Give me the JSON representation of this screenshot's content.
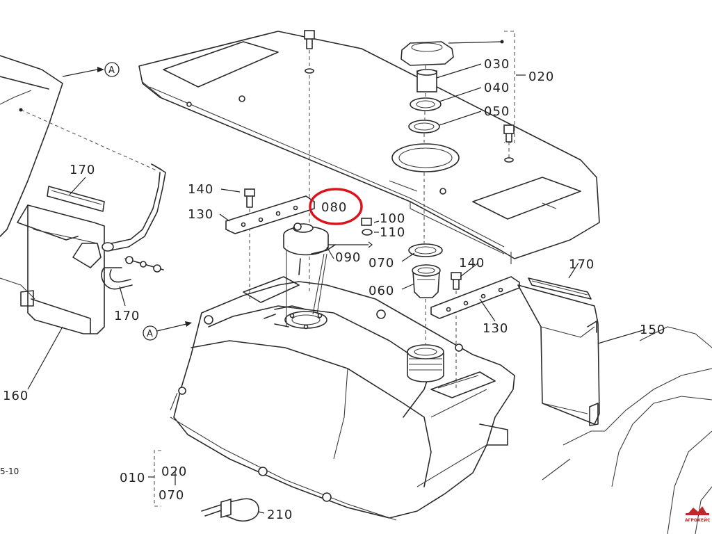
{
  "labels": {
    "l010": "010",
    "l020a": "020",
    "l020b": "020",
    "l030": "030",
    "l040": "040",
    "l050": "050",
    "l060": "060",
    "l070a": "070",
    "l070b": "070",
    "l080": "080",
    "l090": "090",
    "l100": "100",
    "l110": "110",
    "l130a": "130",
    "l130b": "130",
    "l140a": "140",
    "l140b": "140",
    "l150": "150",
    "l160": "160",
    "l170a": "170",
    "l170b": "170",
    "l170c": "170",
    "l210": "210",
    "ref_a1": "A",
    "ref_a2": "A",
    "page_ref": "5-10"
  },
  "highlighted_part": "080",
  "colors": {
    "line": "#2a2a2a",
    "highlight": "#d9141c",
    "background": "#ffffff"
  },
  "watermark": "АГРОКЕЙС"
}
